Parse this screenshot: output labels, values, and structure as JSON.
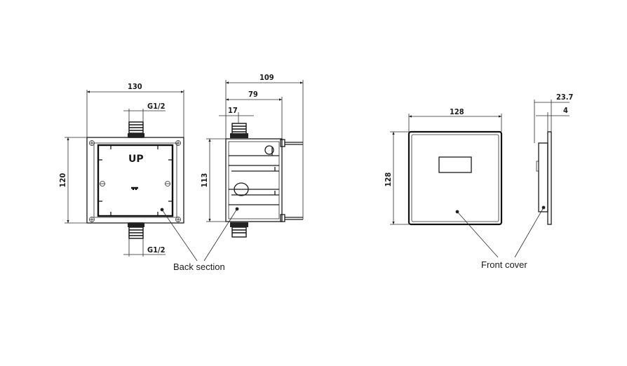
{
  "labels": {
    "up": "UP",
    "back_section": "Back section",
    "front_cover": "Front cover"
  },
  "dimensions": {
    "back_width": "130",
    "back_height": "120",
    "thread_top": "G1/2",
    "thread_bottom": "G1/2",
    "side_total": "109",
    "side_body": "79",
    "side_pipe": "17",
    "side_height": "113",
    "cover_width": "128",
    "cover_height": "128",
    "cover_depth": "23.7",
    "cover_plate": "4"
  }
}
